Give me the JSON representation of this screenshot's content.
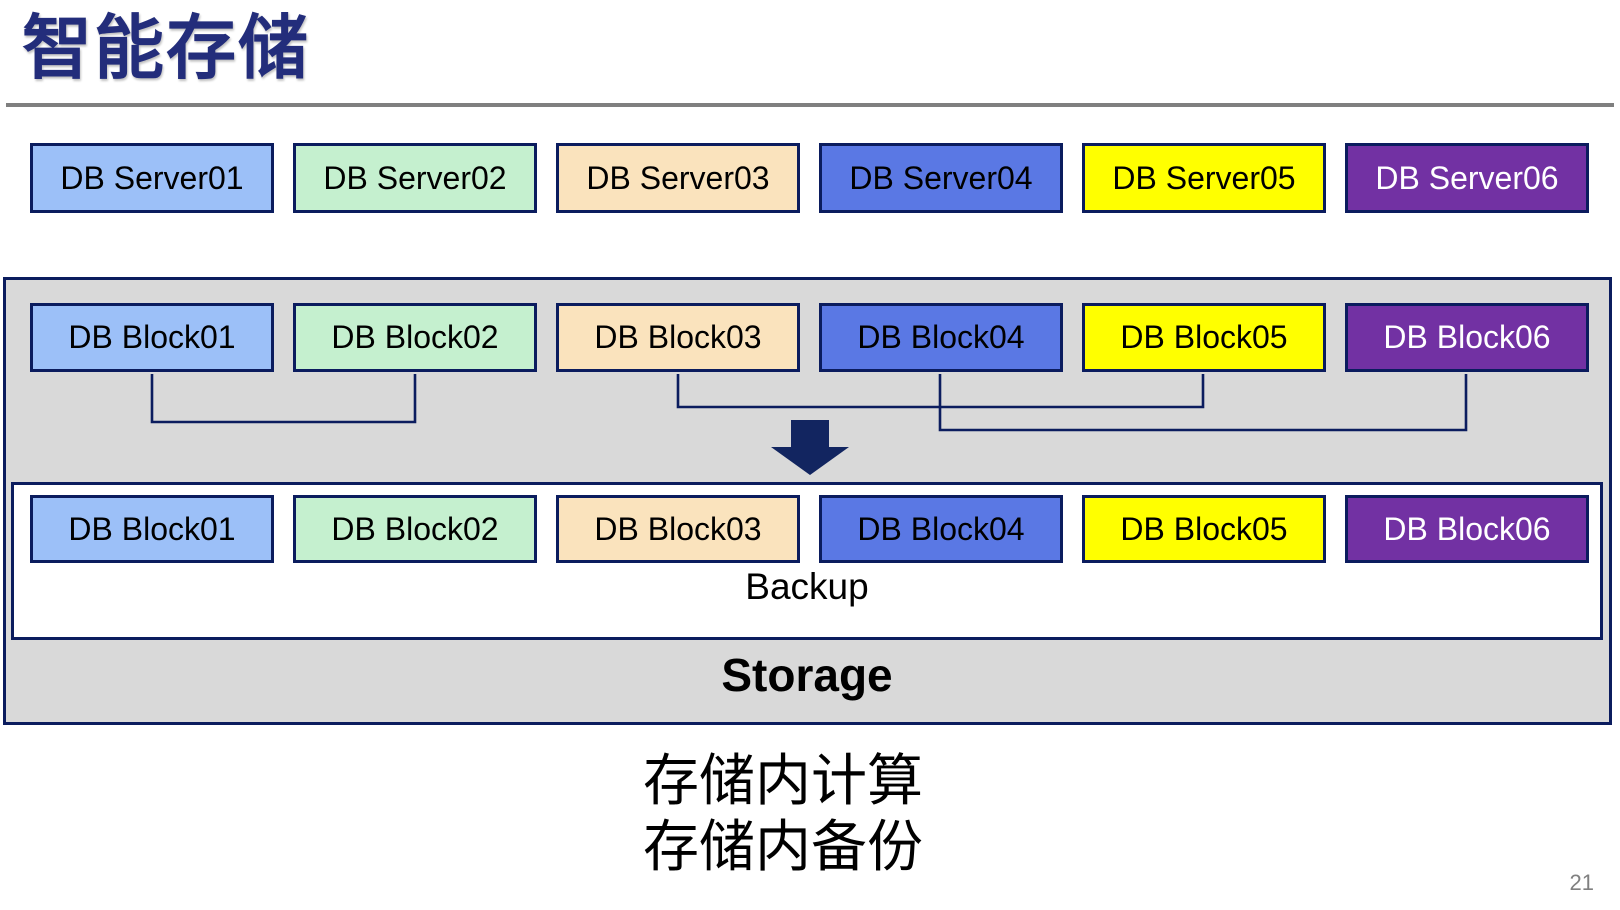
{
  "title": "智能存储",
  "page_number": "21",
  "servers": [
    {
      "label": "DB Server01",
      "bg": "#9CC0F8",
      "fg": "#000000"
    },
    {
      "label": "DB Server02",
      "bg": "#C5F0CF",
      "fg": "#000000"
    },
    {
      "label": "DB Server03",
      "bg": "#FAE3BD",
      "fg": "#000000"
    },
    {
      "label": "DB Server04",
      "bg": "#5A78E4",
      "fg": "#000000"
    },
    {
      "label": "DB Server05",
      "bg": "#FFFF00",
      "fg": "#000000"
    },
    {
      "label": "DB Server06",
      "bg": "#7231A3",
      "fg": "#FFFFFF"
    }
  ],
  "blocks": [
    {
      "label": "DB Block01",
      "bg": "#9CC0F8",
      "fg": "#000000"
    },
    {
      "label": "DB Block02",
      "bg": "#C5F0CF",
      "fg": "#000000"
    },
    {
      "label": "DB Block03",
      "bg": "#FAE3BD",
      "fg": "#000000"
    },
    {
      "label": "DB Block04",
      "bg": "#5A78E4",
      "fg": "#000000"
    },
    {
      "label": "DB Block05",
      "bg": "#FFFF00",
      "fg": "#000000"
    },
    {
      "label": "DB Block06",
      "bg": "#7231A3",
      "fg": "#FFFFFF"
    }
  ],
  "storage_panel": {
    "backup_label": "Backup",
    "storage_label": "Storage"
  },
  "caption": {
    "line1": "存储内计算",
    "line2": "存储内备份"
  },
  "colors": {
    "title_navy": "#232D7B",
    "border_navy": "#0B1C5E",
    "arrow_navy": "#122560",
    "panel_gray": "#D9D9D9",
    "separator_gray": "#7F7F7F",
    "page_number_gray": "#808080"
  }
}
